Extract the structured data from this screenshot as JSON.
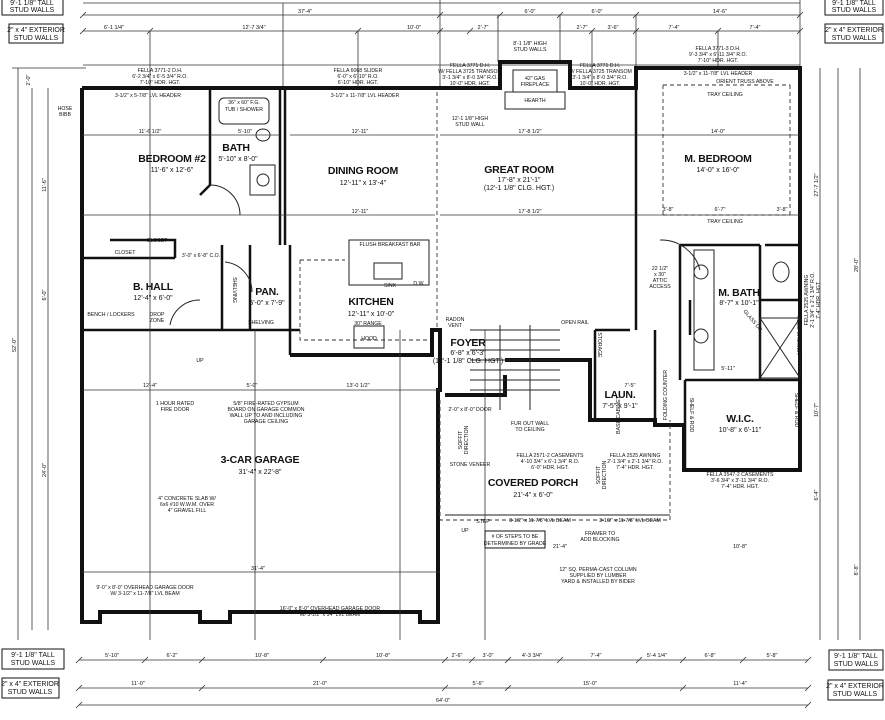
{
  "legend": {
    "tall_line1": "9'-1 1/8\" TALL",
    "tall_line2": "STUD WALLS",
    "ext_line1": "2\" x 4\" EXTERIOR",
    "ext_line2": "STUD WALLS"
  },
  "rooms": [
    {
      "name": "BEDROOM #2",
      "size": "11'-6\" x 12'-6\""
    },
    {
      "name": "BATH",
      "size": "5'-10\" x 8'-0\""
    },
    {
      "name": "DINING ROOM",
      "size": "12'-11\" x 13'-4\""
    },
    {
      "name": "GREAT ROOM",
      "size": "17'-8\" x 21'-1\"",
      "note": "(12'-1 1/8\" CLG. HGT.)"
    },
    {
      "name": "M. BEDROOM",
      "size": "14'-0\" x 16'-0\""
    },
    {
      "name": "B. HALL",
      "size": "12'-4\" x 6'-0\""
    },
    {
      "name": "PAN.",
      "size": "5'-0\" x 7'-9\""
    },
    {
      "name": "KITCHEN",
      "size": "12'-11\" x 10'-0\""
    },
    {
      "name": "M. BATH",
      "size": "8'-7\" x 10'-1\""
    },
    {
      "name": "FOYER",
      "size": "6'-8\" x 6'-3\"",
      "note": "(12'-1 1/8\" CLG. HGT.)"
    },
    {
      "name": "LAUN.",
      "size": "7'-5\" x 9'-1\""
    },
    {
      "name": "W.I.C.",
      "size": "10'-8\" x 6'-11\""
    },
    {
      "name": "3-CAR GARAGE",
      "size": "31'-4\" x 22'-8\""
    },
    {
      "name": "COVERED PORCH",
      "size": "21'-4\" x 6'-0\""
    }
  ],
  "notes": {
    "win_bed2": [
      "FELLA 3771-2 D.H.",
      "6'-2 3/4\" x 6'-5 3/4\" R.O.",
      "7'-10\" HDR. HGT."
    ],
    "hdr_bed2": "3-1/2\" x 5-7/8\" LVL HEADER",
    "tub": [
      "36\" x 60\" F.G.",
      "TUB / SHOWER"
    ],
    "slider": [
      "FELLA 6068 SLIDER",
      "6'-0\" x 6'-10\" R.O.",
      "6'-10\" HDR. HGT."
    ],
    "hdr_dining": "3-1/2\" x 11-7/8\" LVL HEADER",
    "win_great_l": [
      "FELLA 3771 D.H.",
      "W/ FELLA 3725 TRANSOM",
      "3'-1 3/4\" x 8'-0 3/4\" R.O.",
      "10'-0\" HDR. HGT."
    ],
    "studwalls": [
      "8'-1 1/8\" HIGH",
      "STUD WALLS"
    ],
    "fireplace": [
      "42\" GAS",
      "FIREPLACE"
    ],
    "hearth": "HEARTH",
    "win_great_r": [
      "FELLA 3771 D.H.",
      "W/ FELLA 3725 TRANSOM",
      "3'-1 3/4\" x 8'-0 3/4\" R.O.",
      "10'-0\" HDR. HGT."
    ],
    "win_mbed": [
      "FELLA 3771-3 D.H.",
      "9'-3 3/4\" x 6'-11 3/4\" R.O.",
      "7'-10\" HDR. HGT."
    ],
    "hdr_mbed": "3-1/2\" x 11-7/8\" LVL HEADER",
    "tray1": "TRAY CEILING",
    "tray2": "TRAY CEILING",
    "orient": "ORIENT TRUSS ABOVE",
    "stud_wall_gr": [
      "12'-1 1/8\" HIGH",
      "STUD WALL"
    ],
    "hose_bibb": [
      "HOSE",
      "BIBB"
    ],
    "closet1": "CLOSET",
    "closet2": "CLOSET",
    "co": "3'-0\" x 6'-8\" C.O.",
    "bench": "BENCH / LOCKERS",
    "drop": [
      "DROP",
      "ZONE"
    ],
    "shelving1": "SHELVING",
    "shelving2": "SHELVING",
    "breakfast": "FLUSH BREAKFAST BAR",
    "sink": "SINK",
    "dw": "D.W.",
    "range": "30\" RANGE",
    "hood": "HOOD",
    "radon": [
      "RADON",
      "VENT"
    ],
    "fire_door": [
      "1 HOUR RATED",
      "FIRE DOOR"
    ],
    "gypsum": [
      "5/8\" FIRE-RATED GYPSUM",
      "BOARD ON GARAGE COMMON",
      "WALL UP TO AND INCLUDING",
      "GARAGE CEILING"
    ],
    "slab": [
      "4\" CONCRETE SLAB W/",
      "6x6 #10 W.W.M. OVER",
      "4\" GRAVEL FILL"
    ],
    "ohd1": [
      "9'-0\" x 8'-0\" OVERHEAD GARAGE DOOR",
      "W/ 3-1/2\" x 11-7/8\" LVL BEAM"
    ],
    "ohd2": [
      "16'-0\" x 8'-0\" OVERHEAD GARAGE DOOR",
      "W/ 3-1/2\" x 14\" LVL BEAM"
    ],
    "open_rail": "OPEN RAIL",
    "storage": "STORAGE",
    "door_porch": "2'-0\" x 8'-0\" DOOR",
    "soffit1": [
      "SOFFIT",
      "DIRECTION"
    ],
    "soffit2": [
      "SOFFIT",
      "DIRECTION"
    ],
    "stone": "STONE VENEER",
    "furout": [
      "FUR OUT WALL",
      "TO CEILING"
    ],
    "casement_porch": [
      "FELLA 2571-2 CASEMENTS",
      "4'-10 3/4\" x 6'-1 3/4\" R.O.",
      "6'-0\" HDR. HGT."
    ],
    "awning": [
      "FELLA 2525 AWNING",
      "2'-1 3/4\" x 2'-1 3/4\" R.O.",
      "7'-4\" HDR. HGT."
    ],
    "casement_wic": [
      "FELLA 3547-2 CASEMENTS",
      "3'-6 3/4\" x 3'-11 3/4\" R.O.",
      "7'-4\" HDR. HGT."
    ],
    "beam1": "3-1/2\" x 11-7/8\" LVL BEAM",
    "beam2": "3-1/2\" x 11-7/8\" LVL BEAM",
    "step": "STEP",
    "up1": "UP",
    "up2": "UP",
    "steps_box": [
      "# OF STEPS TO BE",
      "DETERMINED BY GRADE"
    ],
    "framer": [
      "FRAMER TO",
      "ADD BLOCKING"
    ],
    "column": [
      "12\" SQ. PERMA-CAST COLUMN",
      "SUPPLIED BY LUMBER",
      "YARD & INSTALLED BY BIDER"
    ],
    "folding": "FOLDING COUNTER",
    "base_cab": "BASE CABINET",
    "shelf_rod1": "SHELF & ROD",
    "shelf_rod2": "SHELF & ROD",
    "tiled_shower": "TILED SHOWER",
    "glass": "GLASS DR.",
    "attic": [
      "22 1/2\"",
      "x 30\"",
      "ATTIC",
      "ACCESS"
    ],
    "mbath_win": [
      "FELLA 2525 AWNING",
      "2'-1 3/4\" x 2'-1 3/4\" R.O.",
      "7'-4\" HDR. HGT."
    ]
  },
  "dimensions": {
    "top_row1": [
      "37'-4\"",
      "6'-0\"",
      "6'-0\"",
      "14'-6\""
    ],
    "top_row2": [
      "6'-1 1/4\"",
      "12'-7 3/4\"",
      "10'-0\"",
      "2'-7\"",
      "2'-7\"",
      "3'-6\"",
      "7'-4\"",
      "7'-4\""
    ],
    "interior": [
      "11'-6 1/2\"",
      "5'-10\"",
      "12'-11\"",
      "12'-11\"",
      "17'-8 1/2\"",
      "17'-8 1/2\"",
      "14'-0\"",
      "3'-8\"",
      "6'-7\"",
      "3'-8\"",
      "12'-4\"",
      "5'-0\"",
      "13'-0 1/2\"",
      "31'-4\"",
      "21'-4\"",
      "10'-8\"",
      "7'-5\"",
      "5'-11\""
    ],
    "bottom_row1": [
      "5'-10\"",
      "6'-2\"",
      "10'-8\"",
      "10'-8\"",
      "2'-6\"",
      "3'-0\"",
      "4'-3 3/4\"",
      "7'-4\"",
      "5'-4 1/4\"",
      "6'-8\"",
      "5'-8\""
    ],
    "bottom_row2": [
      "11'-0\"",
      "21'-0\"",
      "5'-6\"",
      "15'-0\"",
      "11'-4\""
    ],
    "bottom_row3": [
      "64'-0\""
    ],
    "left": [
      "2'-0\"",
      "11'-6\"",
      "6'-0\"",
      "24'-0\"",
      "52'-0\""
    ],
    "right": [
      "27'-7 1/2\"",
      "28'-0\"",
      "10'-7\"",
      "6'-4\"",
      "8'-8\""
    ]
  }
}
